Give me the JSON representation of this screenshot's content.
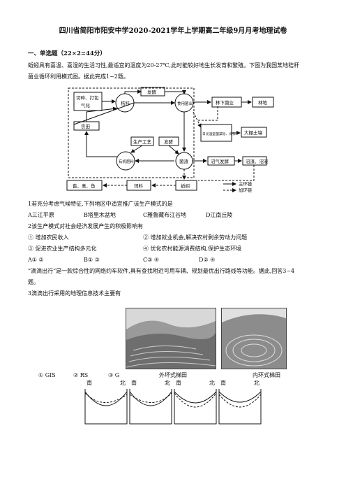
{
  "title": "四川省简阳市阳安中学2020-2021学年上学期高二年级9月月考地理试卷",
  "section1": "一、单选题（22×2=44分）",
  "intro1": "蚯蚓具有喜温、喜湿的生活习性,最适宜的温度为20-27℃,此时能较好地生长发育和繁殖。下图为我国某地秸秆",
  "intro2": "菌业循环利用模式图。据此完成1~2题。",
  "diagram": {
    "box_cutting": "切碎、打包",
    "box_gasify": "气化",
    "node_straw": "秸秆",
    "box_ferment_top": "发酵",
    "node_mushroom": "食用菌业",
    "box_forest_mushroom": "林下菌业",
    "box_forest": "林地",
    "box_field": "农田",
    "box_greenhouse": "日光温室菌菜轮、间作",
    "box_greenhouse_soil": "大棚土壤",
    "box_tech": "生产工艺",
    "box_ferment_mid": "发酵",
    "node_organic": "有机肥料",
    "node_residue": "菌渣",
    "box_biogas": "沼气发酵",
    "box_biogas_out": "沼渣、沼液",
    "box_animals": "畜、禽、鱼",
    "box_feed": "饲料",
    "box_earthworm": "蚯蚓",
    "legend_main": "主环链",
    "legend_add": "加环链"
  },
  "q1": "1若充分考虑气候特征,下列地区中适宜推广该生产模式的是",
  "q1_options": [
    "A三江平原",
    "B塔里木盆地",
    "C雅鲁藏布江谷地",
    "D江南丘陵"
  ],
  "q2": "2该生产模式对社会经济发展产生的积极影响有",
  "q2_items": [
    "① 增加农民收入",
    "② 增加就业机会,解决农村剩余劳动力问题",
    "③ 促进农业生产结构多元化",
    "④ 优化农村能源消费结构,保护生态环境"
  ],
  "q2_options": [
    "A① ②",
    "B① ③",
    "C③ ④",
    "D② ④"
  ],
  "intro3a": "“滴滴出行”是一款综合性的网络约车软件,具有查找附近可用车辆、规划最优出行路线等功能。据此,回答3~4",
  "intro3b": "题。",
  "q3": "3滴滴出行采用的地理信息技术主要有",
  "q3_options": [
    "① GIS",
    "② RS",
    "③ G"
  ],
  "photo_left_label": "外坏式梯田",
  "photo_right_label": "内环式梯田",
  "graph_labels": [
    "南",
    "北",
    "南",
    "北",
    "南",
    "北",
    "南",
    "北"
  ]
}
